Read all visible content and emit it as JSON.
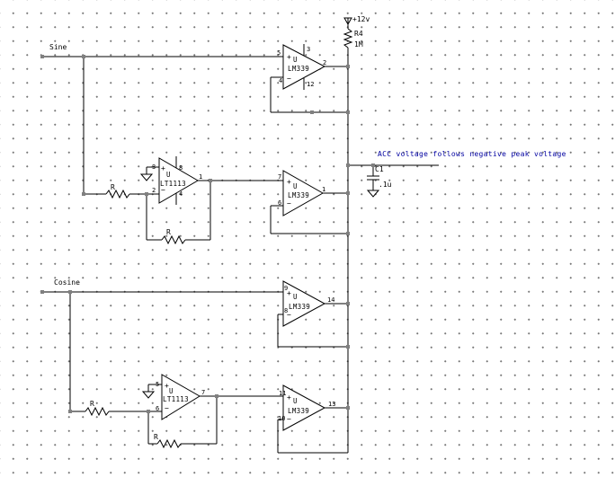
{
  "nets": {
    "sine": "Sine",
    "cosine": "Cosine"
  },
  "supply": {
    "voltage": "+12v",
    "ref": "R4",
    "value": "1M"
  },
  "note": "ACC voltage follows negative peak voltage",
  "capacitor": {
    "ref": "C1",
    "value": ".1u"
  },
  "resistor_label": "R",
  "opamps": [
    {
      "part": "LM339",
      "unit": "U",
      "pin_plus": "5",
      "pin_minus": "4",
      "pin_out": "2",
      "pin_top": "3",
      "pin_bottom": "12"
    },
    {
      "part": "LT1113",
      "unit": "U",
      "pin_plus": "3",
      "pin_minus": "2",
      "pin_out": "1",
      "pin_top": "8",
      "pin_bottom": "4"
    },
    {
      "part": "LM339",
      "unit": "U",
      "pin_plus": "7",
      "pin_minus": "6",
      "pin_out": "1"
    },
    {
      "part": "LM339",
      "unit": "U",
      "pin_plus": "9",
      "pin_minus": "8",
      "pin_out": "14"
    },
    {
      "part": "LT1113",
      "unit": "U",
      "pin_plus": "5",
      "pin_minus": "6",
      "pin_out": "7"
    },
    {
      "part": "LM339",
      "unit": "U",
      "pin_plus": "11",
      "pin_minus": "10",
      "pin_out": "13"
    }
  ],
  "colors": {
    "wire": "#000000",
    "node": "#808080",
    "note": "#0000a0",
    "grid_dot": "#777777"
  }
}
